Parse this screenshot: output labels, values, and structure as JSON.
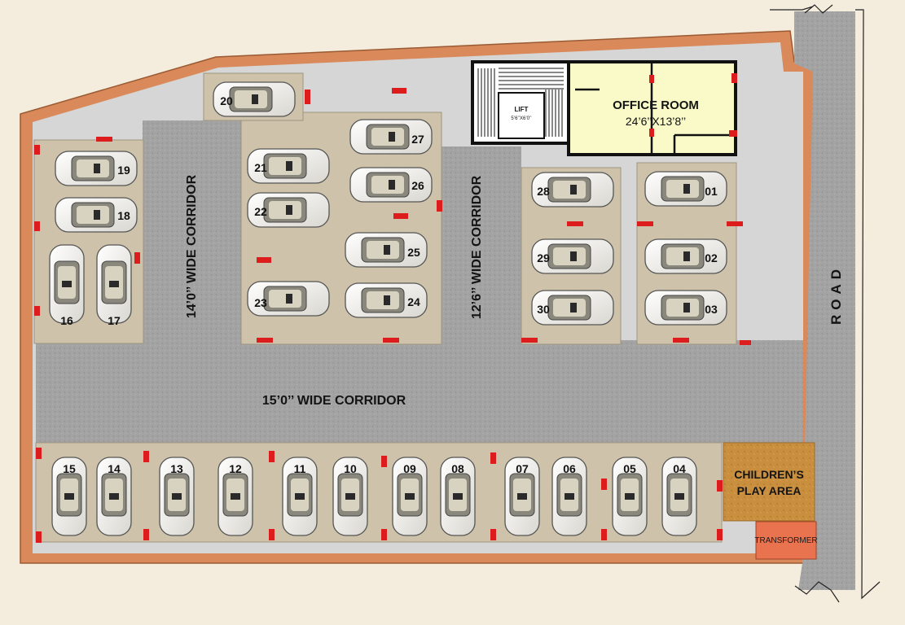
{
  "labels": {
    "corridor_main": "15’0’’ WIDE CORRIDOR",
    "corridor_left": "14’0’’ WIDE CORRIDOR",
    "corridor_mid": "12’6’’ WIDE CORRIDOR",
    "road": "ROAD",
    "office_title": "OFFICE ROOM",
    "office_size": "24’6’’X13’8’’",
    "lift_title": "LIFT",
    "lift_size": "5’6’’X6’0’’",
    "play_area_line1": "CHILDREN’S",
    "play_area_line2": "PLAY AREA",
    "transformer": "TRANSFORMER"
  },
  "parking_slots": [
    "01",
    "02",
    "03",
    "04",
    "05",
    "06",
    "07",
    "08",
    "09",
    "10",
    "11",
    "12",
    "13",
    "14",
    "15",
    "16",
    "17",
    "18",
    "19",
    "20",
    "21",
    "22",
    "23",
    "24",
    "25",
    "26",
    "27",
    "28",
    "29",
    "30"
  ],
  "colors": {
    "background": "#f4ecdc",
    "boundary_wall": "#d9895a",
    "corridor_concrete": "#a3a3a3",
    "parking_pad": "#cec3aa",
    "site_floor": "#d6d6d6",
    "office_fill": "#fafac8",
    "play_area": "#c98f3e",
    "transformer": "#e8734e",
    "marker_red": "#dd1d1d"
  }
}
